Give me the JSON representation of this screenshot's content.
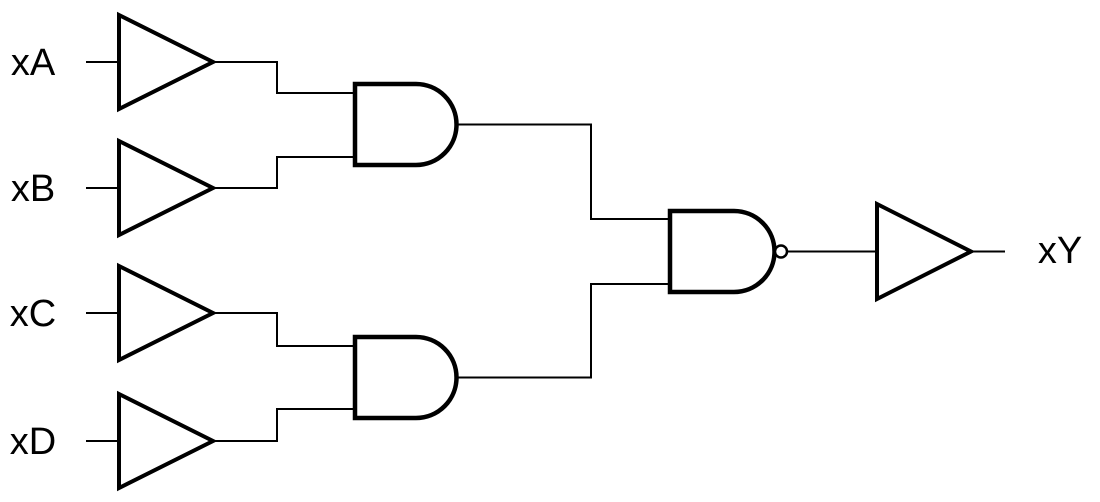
{
  "circuit": {
    "description": "Logic circuit: (xA AND xB) NAND (xC AND xD), buffered inputs and output",
    "inputs": [
      {
        "id": "A",
        "label": "xA"
      },
      {
        "id": "B",
        "label": "xB"
      },
      {
        "id": "C",
        "label": "xC"
      },
      {
        "id": "D",
        "label": "xD"
      }
    ],
    "output": {
      "id": "Y",
      "label": "xY"
    },
    "gates": [
      {
        "id": "buf_a",
        "type": "buffer",
        "inputs": [
          "xA"
        ]
      },
      {
        "id": "buf_b",
        "type": "buffer",
        "inputs": [
          "xB"
        ]
      },
      {
        "id": "buf_c",
        "type": "buffer",
        "inputs": [
          "xC"
        ]
      },
      {
        "id": "buf_d",
        "type": "buffer",
        "inputs": [
          "xD"
        ]
      },
      {
        "id": "and_top",
        "type": "and",
        "inputs": [
          "buf_a",
          "buf_b"
        ]
      },
      {
        "id": "and_bottom",
        "type": "and",
        "inputs": [
          "buf_c",
          "buf_d"
        ]
      },
      {
        "id": "nand",
        "type": "nand",
        "inputs": [
          "and_top",
          "and_bottom"
        ]
      },
      {
        "id": "buf_out",
        "type": "buffer",
        "inputs": [
          "nand"
        ],
        "drives": "xY"
      }
    ],
    "colors": {
      "stroke": "#000000",
      "background": "#ffffff"
    }
  }
}
